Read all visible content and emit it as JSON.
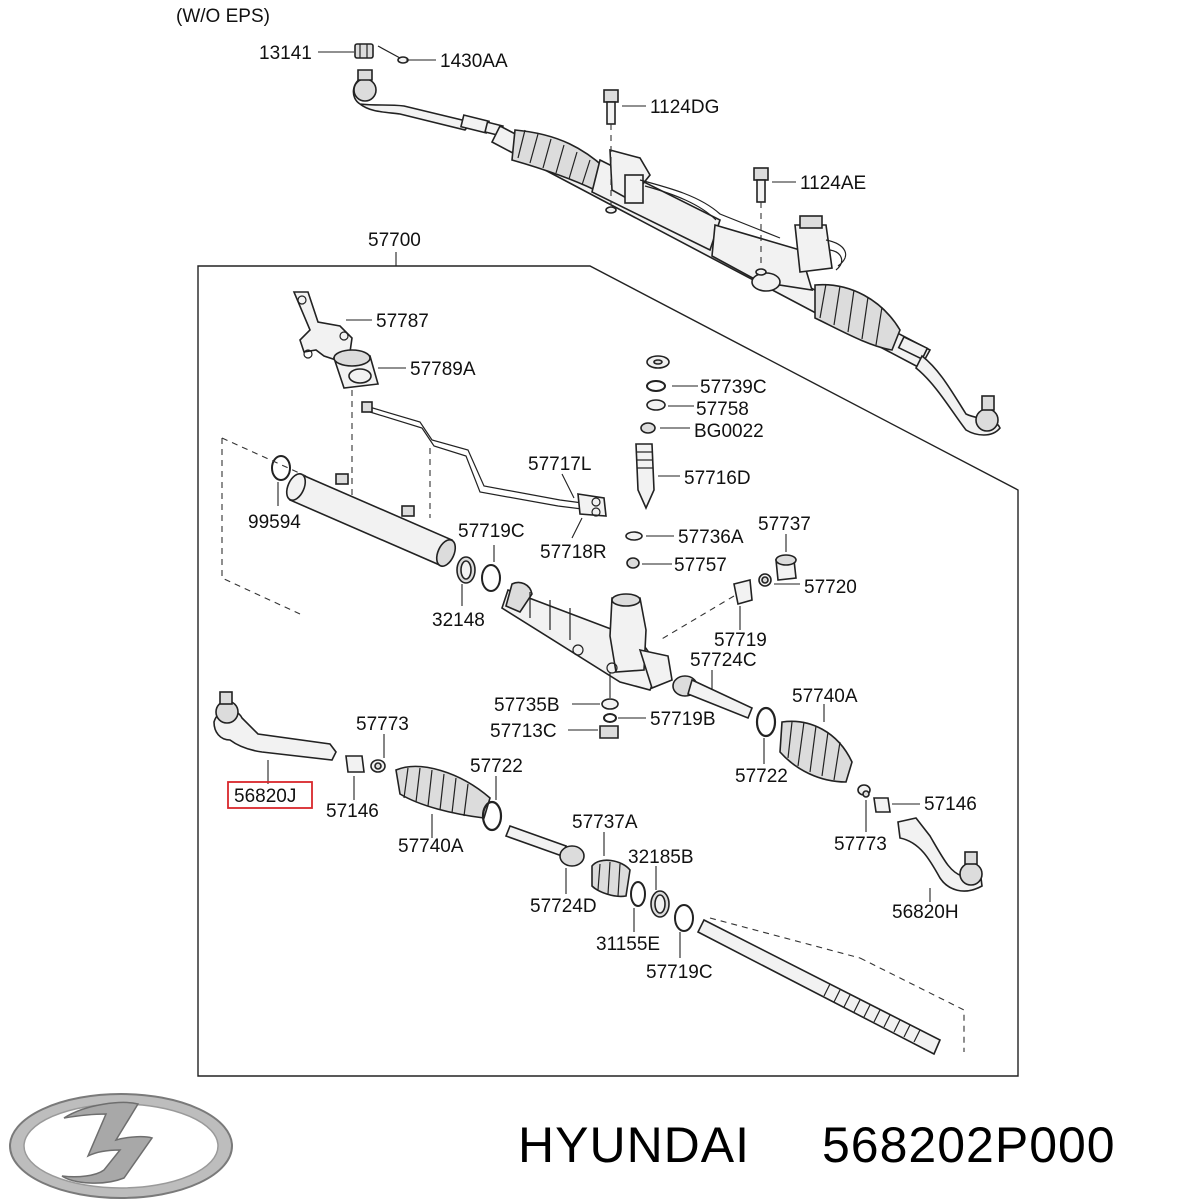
{
  "diagram": {
    "variant_note": "(W/O EPS)",
    "assembly_label": "57700",
    "highlight_color": "#d9262b",
    "labels": {
      "p13141": "13141",
      "p1430AA": "1430AA",
      "p1124DG": "1124DG",
      "p1124AE": "1124AE",
      "p57787": "57787",
      "p57789A": "57789A",
      "p57739C": "57739C",
      "p57758": "57758",
      "pBG0022": "BG0022",
      "p57717L": "57717L",
      "p57716D": "57716D",
      "p99594": "99594",
      "p57719C_top": "57719C",
      "p57718R": "57718R",
      "p57736A": "57736A",
      "p57737": "57737",
      "p57757": "57757",
      "p57720": "57720",
      "p32148": "32148",
      "p57719": "57719",
      "p57724C": "57724C",
      "p57735B": "57735B",
      "p57740A_right": "57740A",
      "p57773_left": "57773",
      "p57713C": "57713C",
      "p57719B": "57719B",
      "p57722_left": "57722",
      "p57722_right": "57722",
      "p56820J": "56820J",
      "p57146_left": "57146",
      "p57146_right": "57146",
      "p57737A": "57737A",
      "p57740A_left": "57740A",
      "p32185B": "32185B",
      "p57773_right": "57773",
      "p57724D": "57724D",
      "p56820H": "56820H",
      "p31155E": "31155E",
      "p57719C_bottom": "57719C"
    }
  },
  "footer": {
    "brand_name": "HYUNDAI",
    "part_number": "568202P000",
    "logo_icon": "hyundai-logo-icon"
  }
}
